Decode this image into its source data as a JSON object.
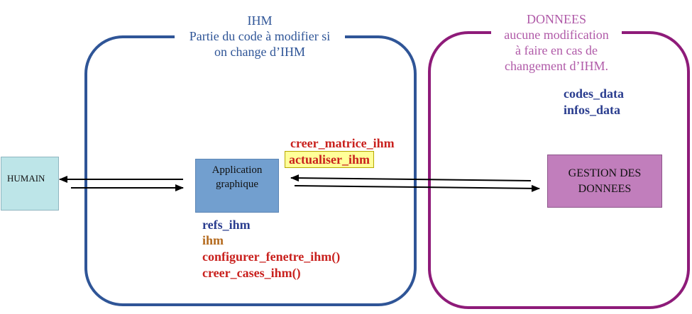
{
  "ihm": {
    "title_lines": [
      "IHM",
      "Partie du code à modifier si",
      "on change d’IHM"
    ],
    "color": "#2f5597"
  },
  "donnees": {
    "title_lines": [
      "DONNEES",
      "aucune modification",
      "à faire en cas de",
      "changement d’IHM."
    ],
    "color": "#8e1b79",
    "variables": [
      "codes_data",
      "infos_data"
    ]
  },
  "nodes": {
    "humain": "HUMAIN",
    "application": [
      "Application",
      "graphique"
    ],
    "gestion": [
      "GESTION DES",
      "DONNEES"
    ]
  },
  "functions_top": [
    "creer_matrice_ihm",
    "actualiser_ihm"
  ],
  "functions_bottom": {
    "refs": "refs_ihm",
    "ihm": "ihm",
    "configurer": "configurer_fenetre_ihm()",
    "creer_cases": "creer_cases_ihm()"
  }
}
